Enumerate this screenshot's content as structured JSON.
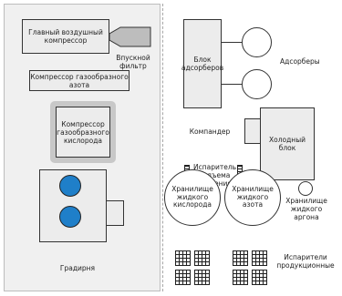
{
  "labels": {
    "main_air_compressor": "Главный воздушный компрессор",
    "intake_filter": "Впускной фильтр",
    "nitrogen_compressor": "Компрессор газообразного азота",
    "oxygen_compressor": "Компрессор газообразного кислорода",
    "cooling_tower": "Градирня",
    "adsorber_block": "Блок адсорберов",
    "adsorbers": "Адсорберы",
    "compander": "Компандер",
    "cold_box": "Холодный блок",
    "pressure_raise_vaporizer": "Испаритель подъема давления",
    "liquid_oxygen_storage": "Хранилище жидкого кислорода",
    "liquid_nitrogen_storage": "Хранилище жидкого азота",
    "liquid_argon_storage": "Хранилище жидкого аргона",
    "production_vaporizers": "Испарители продукционные"
  },
  "colors": {
    "panel_bg": "#f0f0f0",
    "fan_blue": "#1f7fc9",
    "highlight_frame": "#c8c8c8"
  },
  "icons": {
    "cooling_fan": "circle-fan-icon",
    "vaporizer": "grid-vaporizer-icon"
  }
}
